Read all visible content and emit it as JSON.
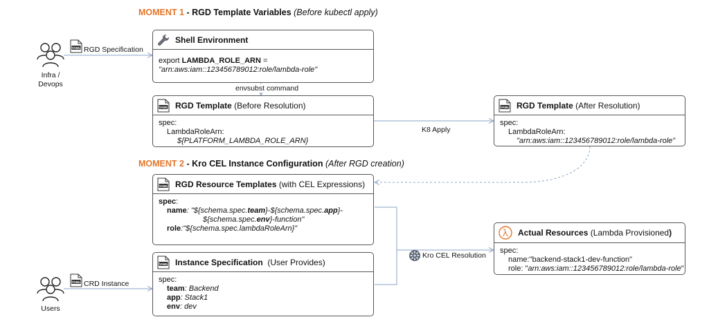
{
  "moment1": {
    "accent": "MOMENT 1",
    "title": " - RGD Template Variables ",
    "note": "(Before kubectl apply)"
  },
  "moment2": {
    "accent": "MOMENT 2",
    "title": " - Kro CEL Instance Configuration ",
    "note": "(After RGD creation)"
  },
  "actors": {
    "infra": {
      "line1": "Infra /",
      "line2": "Devops"
    },
    "users": {
      "name": "Users"
    }
  },
  "flows": {
    "rgd_spec": "RGD Specification",
    "envsubst": "envsubst command",
    "k8_apply": "K8 Apply",
    "crd_instance": "CRD Instance",
    "kro_cel": "Kro CEL Resolution"
  },
  "icons": {
    "yaml_label": "YAML",
    "wrench": "wrench-icon",
    "lambda": "lambda-icon",
    "gear": "gear-icon",
    "person": "people-icon"
  },
  "colors": {
    "accent": "#e4762b",
    "arrow": "#8aa4c8",
    "border": "#555555",
    "lambda": "#e4762b"
  },
  "shell": {
    "title": "Shell Environment",
    "line1_prefix": "export ",
    "line1_var": "LAMBDA_ROLE_ARN",
    "line1_suffix": " =",
    "line2": "\"arn:aws:iam::123456789012:role/lambda-role\""
  },
  "rgd_before": {
    "title_bold": "RGD Template",
    "title_rest": " (Before Resolution)",
    "l1": "spec:",
    "l2": "LambdaRoleArn:",
    "l3": "${PLATFORM_LAMBDA_ROLE_ARN}"
  },
  "rgd_after": {
    "title_bold": "RGD Template",
    "title_rest": " (After Resolution)",
    "l1": "spec:",
    "l2": "LambdaRoleArn:",
    "l3": "\"arn:aws:iam::123456789012:role/lambda-role\""
  },
  "rgd_resource": {
    "title_bold": "RGD Resource Templates",
    "title_rest": " (with CEL Expressions)",
    "spec": "spec",
    "colon": ":",
    "name_key": "name",
    "name_a": ": \"${schema.spec.",
    "name_b": "team",
    "name_c": "}-${schema.spec.",
    "name_d": "app",
    "name_e": "}-",
    "name2_a": "${schema.spec.",
    "name2_b": "env",
    "name2_c": "}-function\"",
    "role_key": "role",
    "role_val": ":\"${schema.spec.lambdaRoleArn}\""
  },
  "instance": {
    "title_bold": "Instance Specification",
    "title_rest": "  (User Provides)",
    "l1": "spec:",
    "team_key": "team",
    "team_val": ": Backend",
    "app_key": "app",
    "app_val": ": Stack1",
    "env_key": "env",
    "env_val": ": dev"
  },
  "actual": {
    "title_bold": "Actual Resources",
    "title_mid": " (Lambda Provisioned",
    "title_end": ")",
    "l1": "spec:",
    "l2": "name:\"backend-stack1-dev-function\"",
    "l3_a": "role: \"",
    "l3_b": "arn:aws:iam::123456789012:role/lambda-role",
    "l3_c": "\""
  }
}
